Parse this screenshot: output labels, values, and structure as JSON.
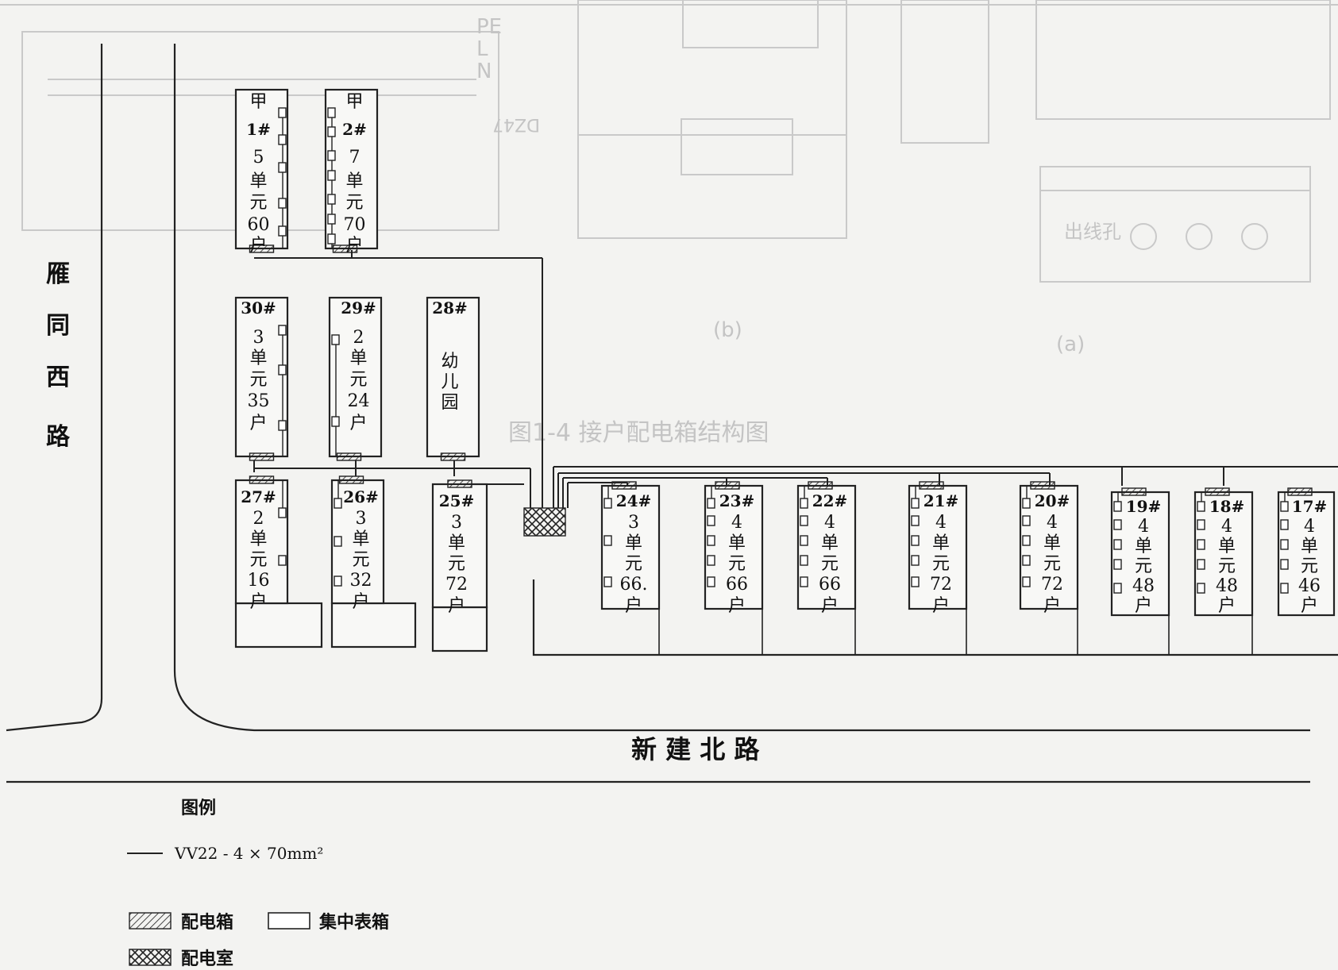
{
  "roads": {
    "west": [
      "雁",
      "同",
      "西",
      "路"
    ],
    "north": "新 建 北 路"
  },
  "background": {
    "top_labels": [
      "PE",
      "L",
      "N",
      "DZ47"
    ],
    "box_label_b": "(b)",
    "box_label_a": "(a)",
    "lock_hole": "出线孔",
    "figure_caption": "图1-4   接户配电箱结构图"
  },
  "buildings": [
    {
      "id": "b1",
      "lines": [
        "甲",
        "1#",
        "5",
        "单",
        "元",
        "60",
        "户"
      ]
    },
    {
      "id": "b2",
      "lines": [
        "甲",
        "2#",
        "7",
        "单",
        "元",
        "70",
        "户"
      ]
    },
    {
      "id": "b30",
      "lines": [
        "30#",
        "",
        "3",
        "单",
        "元",
        "35",
        "户"
      ]
    },
    {
      "id": "b29",
      "lines": [
        "29#",
        "",
        "2",
        "单",
        "元",
        "24",
        "户"
      ]
    },
    {
      "id": "b28",
      "lines": [
        "28#",
        "",
        "幼",
        "儿",
        "园"
      ]
    },
    {
      "id": "b27",
      "lines": [
        "27#",
        "2",
        "单",
        "元",
        "16",
        "户"
      ]
    },
    {
      "id": "b26",
      "lines": [
        "26#",
        "3",
        "单",
        "元",
        "32",
        "户"
      ]
    },
    {
      "id": "b25",
      "lines": [
        "25#",
        "3",
        "单",
        "元",
        "72",
        "户"
      ]
    },
    {
      "id": "b24",
      "lines": [
        "24#",
        "3",
        "单",
        "元",
        "66.",
        "户"
      ]
    },
    {
      "id": "b23",
      "lines": [
        "23#",
        "4",
        "单",
        "元",
        "66",
        "户"
      ]
    },
    {
      "id": "b22",
      "lines": [
        "22#",
        "4",
        "单",
        "元",
        "66",
        "户"
      ]
    },
    {
      "id": "b21",
      "lines": [
        "21#",
        "4",
        "单",
        "元",
        "72",
        "户"
      ]
    },
    {
      "id": "b20",
      "lines": [
        "20#",
        "4",
        "单",
        "元",
        "72",
        "户"
      ]
    },
    {
      "id": "b19",
      "lines": [
        "19#",
        "4",
        "单",
        "元",
        "48",
        "户"
      ]
    },
    {
      "id": "b18",
      "lines": [
        "18#",
        "4",
        "单",
        "元",
        "48",
        "户"
      ]
    },
    {
      "id": "b17",
      "lines": [
        "17#",
        "4",
        "单",
        "元",
        "46",
        "户"
      ]
    }
  ],
  "legend": {
    "title": "图例",
    "cable": "VV22 - 4 × 70mm²",
    "distribution_box": "配电箱",
    "meter_box": "集中表箱",
    "distribution_room": "配电室"
  },
  "colors": {
    "ink": "#1a1a1a",
    "ghost": "#c9c9c9",
    "paper": "#f3f3f1"
  }
}
